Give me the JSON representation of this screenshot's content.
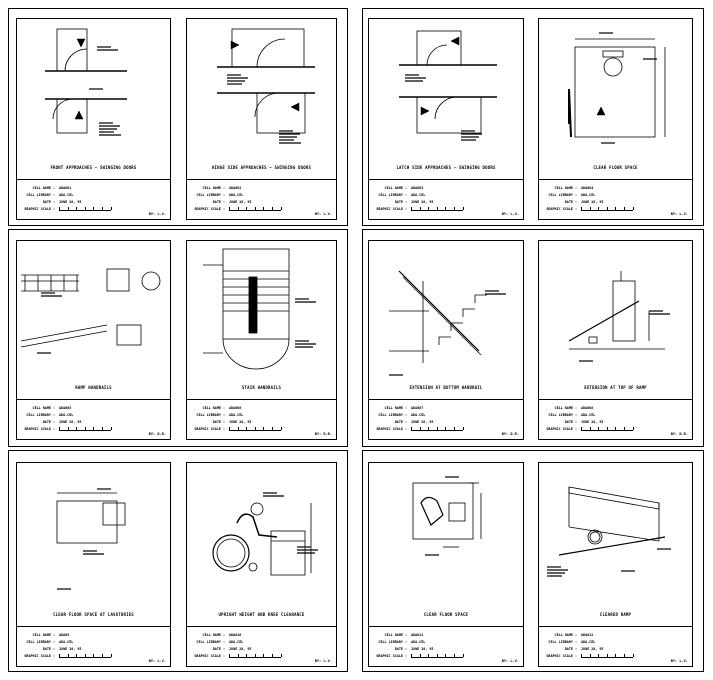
{
  "sheet_labels": {
    "cell_name": "CELL NAME :",
    "cell_library": "CELL LIBRARY :",
    "date": "DATE :",
    "scale": "GRAPHIC SCALE :"
  },
  "panels": [
    {
      "sheets": [
        {
          "caption": "FRONT APPROACHES — SWINGING DOORS",
          "cell_name": "ADA001",
          "cell_library": "ADA.CEL",
          "date": "JUNE 20, 95",
          "by": "BY: L.V."
        },
        {
          "caption": "HINGE SIDE APPROACHES — SWINGING DOORS",
          "cell_name": "ADA002",
          "cell_library": "ADA.CEL",
          "date": "JUNE 20, 95",
          "by": "BY: L.V."
        }
      ]
    },
    {
      "sheets": [
        {
          "caption": "LATCH SIDE APPROACHES — SWINGING DOORS",
          "cell_name": "ADA003",
          "cell_library": "ADA.CEL",
          "date": "JUNE 20, 95",
          "by": "BY: L.V."
        },
        {
          "caption": "CLEAR FLOOR SPACE",
          "cell_name": "ADA004",
          "cell_library": "ADA.CEL",
          "date": "JUNE 20, 95",
          "by": "BY: L.V."
        }
      ]
    },
    {
      "sheets": [
        {
          "caption": "RAMP HANDRAILS",
          "cell_name": "ADA005",
          "cell_library": "ADA.CEL",
          "date": "JUNE 20, 95",
          "by": "BY: D.R."
        },
        {
          "caption": "STAIR HANDRAILS",
          "cell_name": "ADA006",
          "cell_library": "ADA.CEL",
          "date": "JUNE 20, 95",
          "by": "BY: D.R."
        }
      ]
    },
    {
      "sheets": [
        {
          "caption": "EXTENSION AT BOTTOM HANDRAIL",
          "cell_name": "ADA007",
          "cell_library": "ADA.CEL",
          "date": "JUNE 20, 95",
          "by": "BY: D.R."
        },
        {
          "caption": "EXTENSION AT TOP OF RAMP",
          "cell_name": "ADA008",
          "cell_library": "ADA.CEL",
          "date": "JUNE 20, 95",
          "by": "BY: D.R."
        }
      ]
    },
    {
      "sheets": [
        {
          "caption": "CLEAR FLOOR SPACE AT LAVATORIES",
          "cell_name": "ADA09",
          "cell_library": "ADA.CEL",
          "date": "JUNE 20, 95",
          "by": "BY: L.V."
        },
        {
          "caption": "UPRIGHT HEIGHT AND KNEE CLEARANCE",
          "cell_name": "ADA010",
          "cell_library": "ADA.CEL",
          "date": "JUNE 20, 95",
          "by": "BY: L.V."
        }
      ]
    },
    {
      "sheets": [
        {
          "caption": "CLEAR FLOOR SPACE",
          "cell_name": "ADA011",
          "cell_library": "ADA.CEL",
          "date": "JUNE 20, 95",
          "by": "BY: L.V."
        },
        {
          "caption": "CLEARED RAMP",
          "cell_name": "ADA012",
          "cell_library": "ADA.CEL",
          "date": "JUNE 20, 95",
          "by": "BY: L.V."
        }
      ]
    }
  ]
}
